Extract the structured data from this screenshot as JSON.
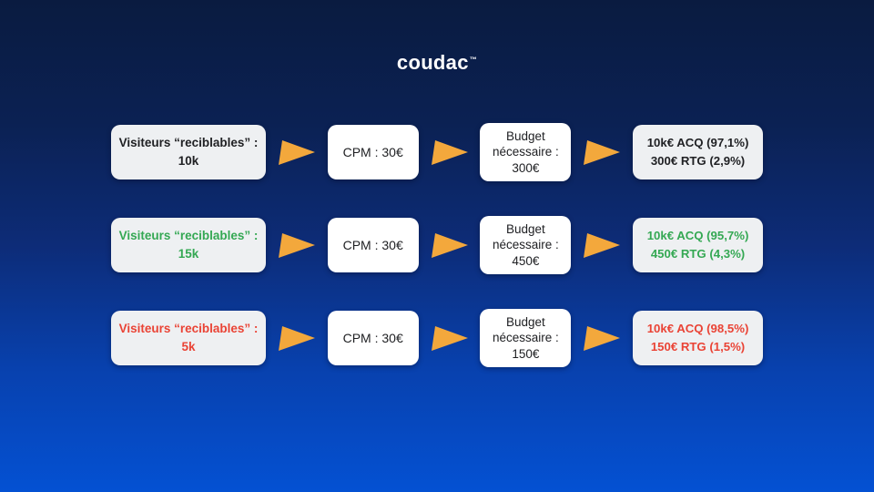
{
  "logo": {
    "text": "coudac",
    "tm": "™"
  },
  "colors": {
    "background_top": "#0a1b40",
    "background_bottom": "#0451d3",
    "arrow": "#f3a83c",
    "box_white": "#ffffff",
    "box_gray": "#eef0f2",
    "text_neutral": "#202124",
    "text_green": "#34a853",
    "text_red": "#ea4335"
  },
  "rows": [
    {
      "tone": "neutral",
      "visitors": {
        "line1": "Visiteurs “reciblables” :",
        "line2": "10k"
      },
      "cpm": "CPM : 30€",
      "budget": {
        "line1": "Budget",
        "line2": "nécessaire :",
        "line3": "300€"
      },
      "result": {
        "line1": "10k€ ACQ (97,1%)",
        "line2": "300€ RTG (2,9%)"
      }
    },
    {
      "tone": "green",
      "visitors": {
        "line1": "Visiteurs “reciblables” :",
        "line2": "15k"
      },
      "cpm": "CPM : 30€",
      "budget": {
        "line1": "Budget",
        "line2": "nécessaire :",
        "line3": "450€"
      },
      "result": {
        "line1": "10k€ ACQ (95,7%)",
        "line2": "450€ RTG (4,3%)"
      }
    },
    {
      "tone": "red",
      "visitors": {
        "line1": "Visiteurs “reciblables” :",
        "line2": "5k"
      },
      "cpm": "CPM : 30€",
      "budget": {
        "line1": "Budget",
        "line2": "nécessaire :",
        "line3": "150€"
      },
      "result": {
        "line1": "10k€ ACQ (98,5%)",
        "line2": "150€ RTG (1,5%)"
      }
    }
  ]
}
